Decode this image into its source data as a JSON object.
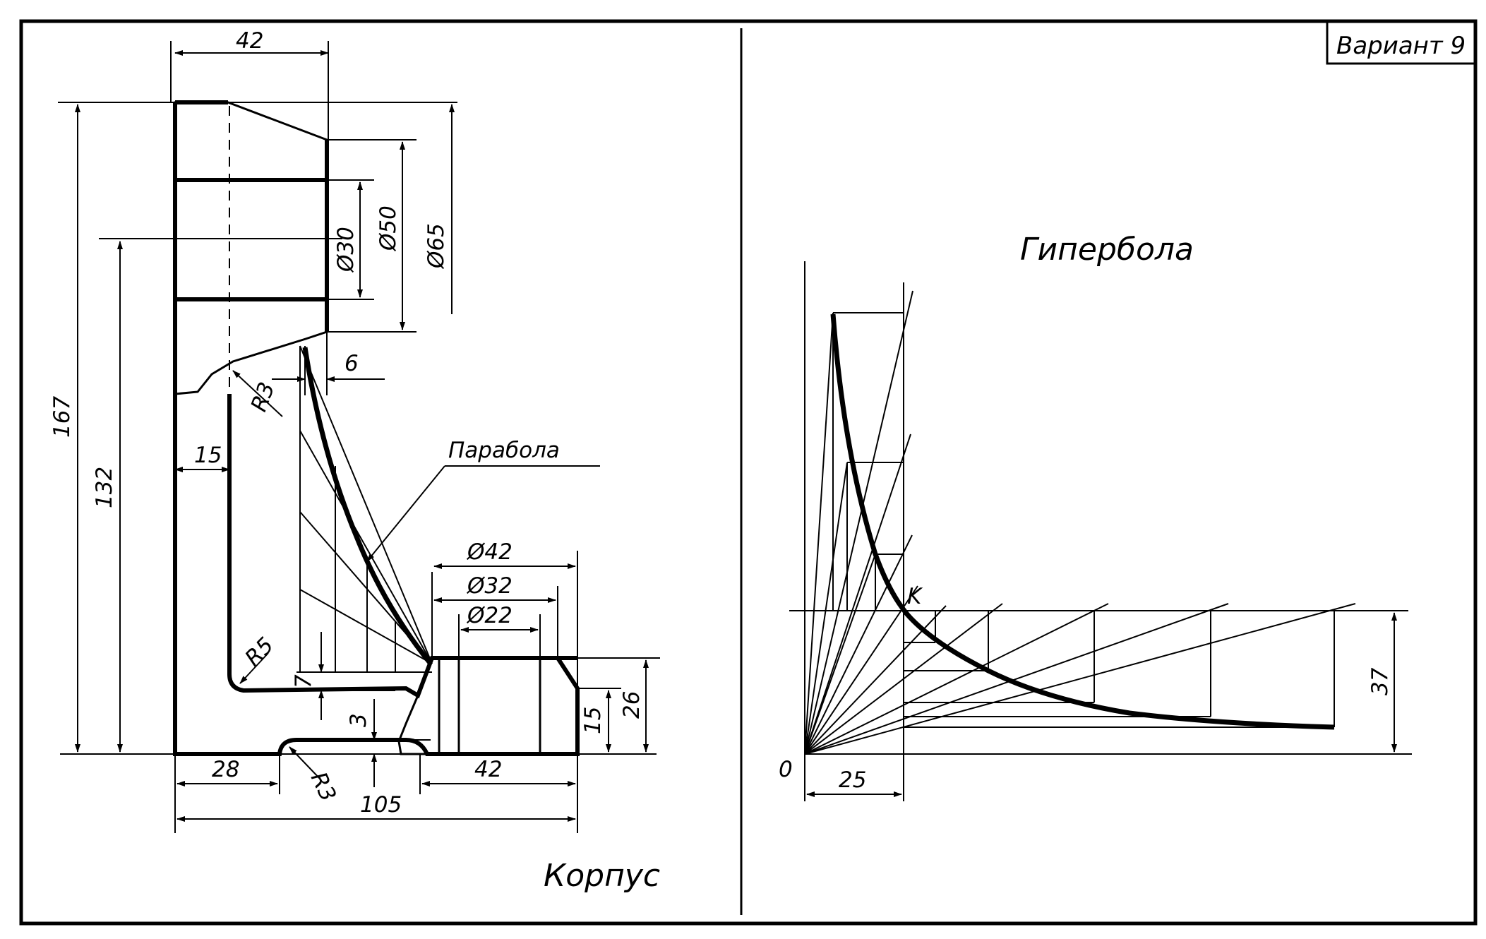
{
  "variant_label": "Вариант 9",
  "left": {
    "title": "Корпус",
    "parabola_label": "Парабола",
    "dims": {
      "d42_top": "42",
      "d167": "167",
      "d132": "132",
      "d30": "Ø30",
      "d50": "Ø50",
      "d65": "Ø65",
      "d6": "6",
      "r3_top": "R3",
      "d15": "15",
      "r5": "R5",
      "d7": "7",
      "d3": "3",
      "r3_bottom": "R3",
      "d28": "28",
      "d105": "105",
      "d42_bottom": "42",
      "d_phi42": "Ø42",
      "d_phi32": "Ø32",
      "d_phi22": "Ø22",
      "d15_right": "15",
      "d26": "26"
    }
  },
  "right": {
    "title": "Гипербола",
    "point_k": "K",
    "origin": "0",
    "d25": "25",
    "d37": "37"
  }
}
